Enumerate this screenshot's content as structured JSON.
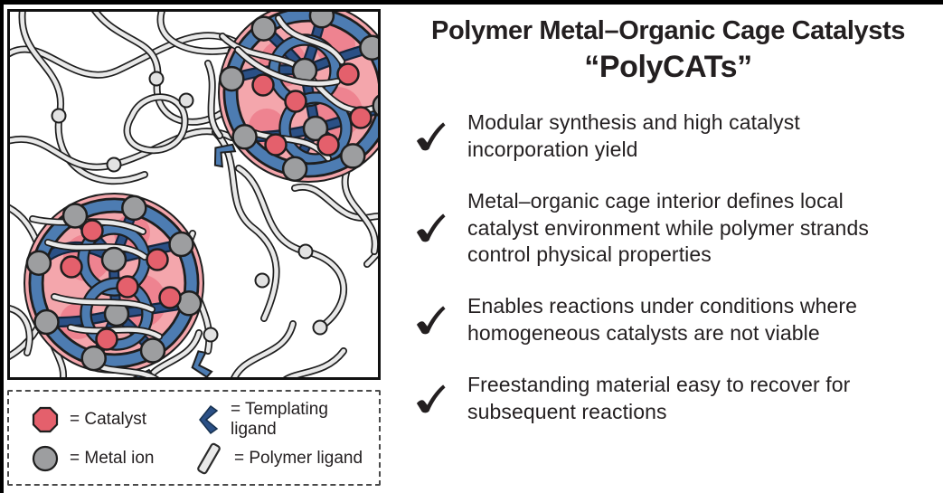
{
  "figure": {
    "title_line1": "Polymer Metal–Organic Cage Catalysts",
    "title_line2": "“PolyCATs”"
  },
  "checklist": [
    {
      "text": "Modular synthesis and high catalyst\nincorporation yield"
    },
    {
      "text": "Metal–organic cage interior defines local\ncatalyst environment while polymer strands\ncontrol physical properties"
    },
    {
      "text": "Enables reactions under conditions where\nhomogeneous catalysts are not viable"
    },
    {
      "text": "Freestanding material easy to recover for\nsubsequent reactions"
    }
  ],
  "legend": {
    "catalyst": "= Catalyst",
    "metal_ion": "= Metal ion",
    "templating_ligand": "= Templating ligand",
    "polymer_ligand": "= Polymer ligand"
  },
  "icons": {
    "checkmark": "check-mark",
    "catalyst": "red-circle",
    "metal_ion": "gray-circle",
    "templating_ligand": "blue-chevron",
    "polymer_ligand": "gray-slanted-bar"
  },
  "colors": {
    "catalyst_red": "#E4606C",
    "cage_pink": "#F4A6AC",
    "cage_pink_dark": "#EE8390",
    "cage_blue": "#4D7CB2",
    "cage_blue_dark": "#2B5086",
    "metal_gray": "#9D9EA0",
    "polymer_fill": "#E9E9E9",
    "outline": "#1E1E1E",
    "text": "#231F20"
  }
}
